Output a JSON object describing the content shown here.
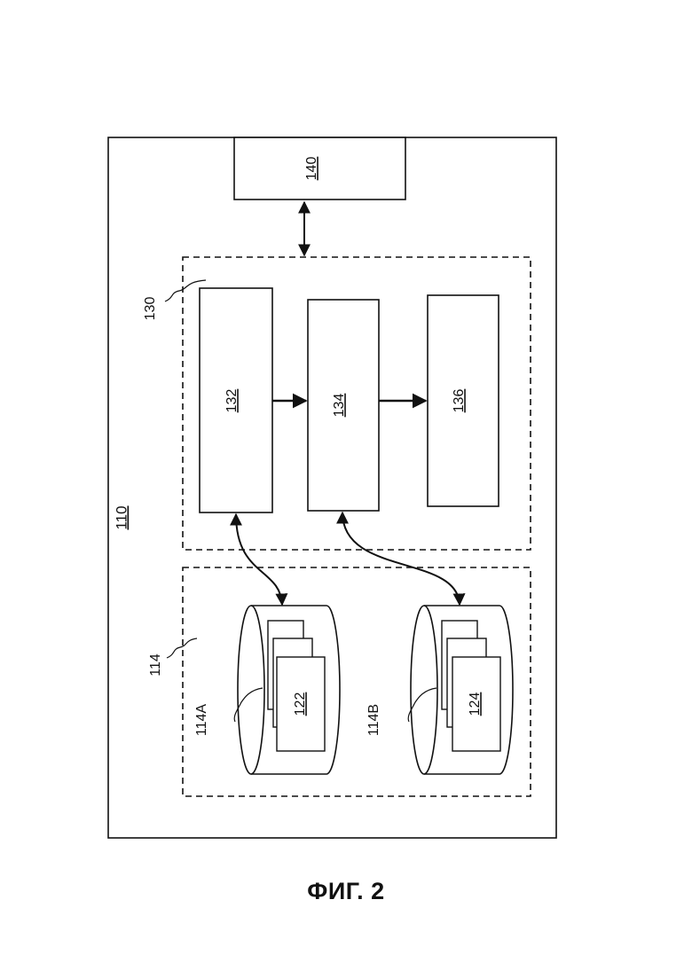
{
  "figure": {
    "caption": "ФИГ. 2",
    "system_label": "110",
    "interface_label": "140",
    "processing_group_label": "130",
    "module_first_label": "132",
    "module_second_label": "134",
    "module_third_label": "136",
    "storage_group_label": "114",
    "database_a_label": "114A",
    "database_b_label": "114B",
    "records_a_label": "122",
    "records_b_label": "124"
  },
  "colors": {
    "stroke": "#111111",
    "background": "#ffffff"
  }
}
